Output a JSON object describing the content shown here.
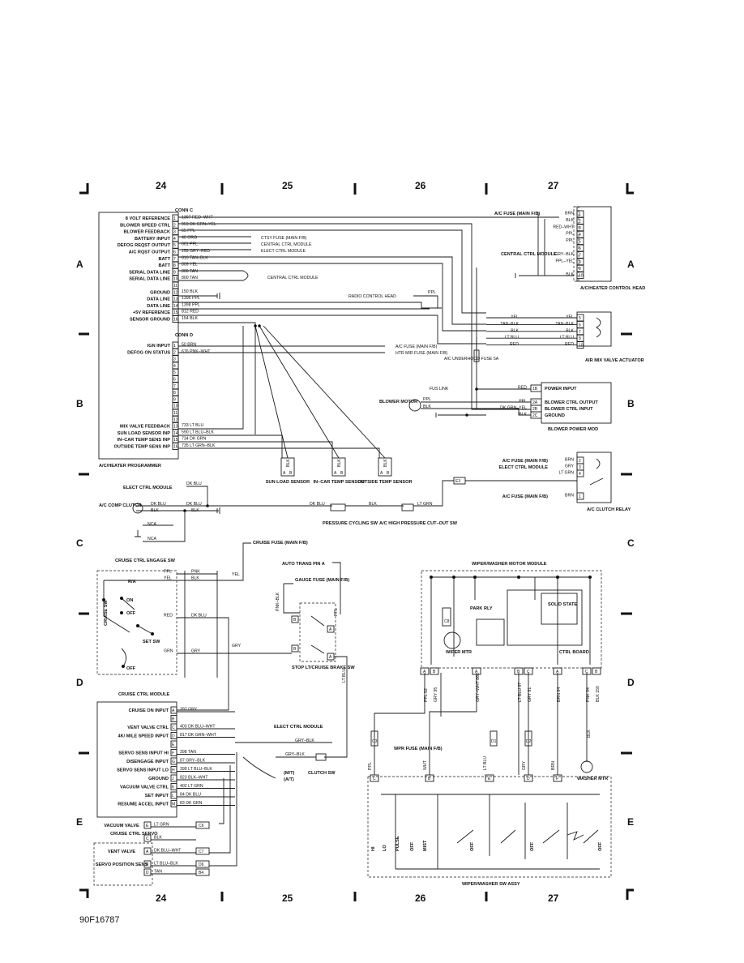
{
  "zones": {
    "cols": [
      "24",
      "25",
      "26",
      "27"
    ],
    "rows": [
      "A",
      "B",
      "C",
      "D",
      "E"
    ]
  },
  "figure_id": "90F16787",
  "programmer": {
    "title": "A/C/HEATER PROGRAMMER",
    "conn_c": "CONN C",
    "conn_d": "CONN D",
    "c_pins": [
      {
        "n": "1",
        "label": "8 VOLT REFERENCE",
        "wire": "1397 RED–WHT"
      },
      {
        "n": "2",
        "label": "BLOWER SPEED CTRL",
        "wire": "959 DK GRN–YEL"
      },
      {
        "n": "3",
        "label": "BLOWER FEEDBACK",
        "wire": "65 PPL"
      },
      {
        "n": "4",
        "label": "BATTERY INPUT",
        "wire": "40 ORG"
      },
      {
        "n": "5",
        "label": "DEFOG REQST OUTPUT",
        "wire": "661 PPL"
      },
      {
        "n": "6",
        "label": "A/C RQST OUTPUT",
        "wire": "259 GRY–RED"
      },
      {
        "n": "7",
        "label": "BATT",
        "wire": "810 TAN–BLK"
      },
      {
        "n": "8",
        "label": "BATT",
        "wire": "809 YEL"
      },
      {
        "n": "9",
        "label": "SERIAL DATA LINE",
        "wire": "800 TAN"
      },
      {
        "n": "10",
        "label": "SERIAL DATA LINE",
        "wire": "800 TAN"
      },
      {
        "n": "11",
        "label": "",
        "wire": ""
      },
      {
        "n": "12",
        "label": "GROUND",
        "wire": "150 BLK"
      },
      {
        "n": "13",
        "label": "DATA LINE",
        "wire": "1396 PPL"
      },
      {
        "n": "14",
        "label": "DATA LINE",
        "wire": "1398 PPL"
      },
      {
        "n": "15",
        "label": "+5V REFERENCE",
        "wire": "812 RED"
      },
      {
        "n": "16",
        "label": "SENSOR GROUND",
        "wire": "154 BLK"
      }
    ],
    "d_pins": [
      {
        "n": "1",
        "label": "IGN INPUT",
        "wire": "50 BRN"
      },
      {
        "n": "2",
        "label": "DEFOG ON STATUS",
        "wire": "676 PNK–WHT"
      },
      {
        "n": "3",
        "label": "",
        "wire": ""
      },
      {
        "n": "4",
        "label": "",
        "wire": ""
      },
      {
        "n": "5",
        "label": "",
        "wire": ""
      },
      {
        "n": "6",
        "label": "",
        "wire": ""
      },
      {
        "n": "7",
        "label": "",
        "wire": ""
      },
      {
        "n": "8",
        "label": "",
        "wire": ""
      },
      {
        "n": "9",
        "label": "",
        "wire": ""
      },
      {
        "n": "10",
        "label": "",
        "wire": ""
      },
      {
        "n": "11",
        "label": "",
        "wire": ""
      },
      {
        "n": "12",
        "label": "",
        "wire": ""
      },
      {
        "n": "13",
        "label": "MIX VALVE FEEDBACK",
        "wire": "733 LT BLU"
      },
      {
        "n": "14",
        "label": "SUN LOAD SENSOR INP",
        "wire": "590 LT BLU–BLK"
      },
      {
        "n": "15",
        "label": "IN–CAR TEMP SENS INP",
        "wire": "734 DK GRN"
      },
      {
        "n": "16",
        "label": "OUTSIDE TEMP SENS INP",
        "wire": "735 LT GRN–BLK"
      }
    ]
  },
  "refs": {
    "ctsy_fuse": "CTSY FUSE (MAIN F/B)",
    "central_ctrl_module": "CENTRAL CTRL MODULE",
    "elect_ctrl_module": "ELECT CTRL MODULE",
    "central_ctrl_module_2": "CENTRAL CTRL MODULE",
    "radio_control_head": "RADIO CONTROL HEAD",
    "ac_fuse": "A/C FUSE (MAIN F/B)",
    "htr_mir_fuse": "HTR MIR FUSE (MAIN F/B)",
    "fus_link": "FUS LINK",
    "ppl": "PPL"
  },
  "control_head": {
    "title": "A/C/HEATER CONTROL HEAD",
    "ac_fuse": "A/C FUSE (MAIN F/B)",
    "central": "CENTRAL CTRL MODULE",
    "pins": [
      {
        "n": "1",
        "wire": "BRN"
      },
      {
        "n": "2",
        "wire": "BLK"
      },
      {
        "n": "3",
        "wire": "RED–WHT"
      },
      {
        "n": "4",
        "wire": "PPL"
      },
      {
        "n": "5",
        "wire": "PPL"
      },
      {
        "n": "6",
        "wire": ""
      },
      {
        "n": "7",
        "wire": "GRY–BLK"
      },
      {
        "n": "8",
        "wire": "PPL–YEL"
      },
      {
        "n": "9",
        "wire": ""
      },
      {
        "n": "10",
        "wire": "BLK"
      }
    ]
  },
  "air_mix": {
    "title": "AIR MIX VALVE ACTUATOR",
    "pins": [
      {
        "n": "5",
        "wire": "YEL"
      },
      {
        "n": "6",
        "wire": "TAN–BLK"
      },
      {
        "n": "7",
        "wire": "BLK"
      },
      {
        "n": "8",
        "wire": "LT BLU"
      },
      {
        "n": "10",
        "wire": "RED"
      }
    ],
    "left_wires": [
      "YEL",
      "TAN–BLK",
      "BLK",
      "LT BLU",
      "RED"
    ]
  },
  "underhood_fuse": "A/C UNDERHOOD FUSE 5A",
  "blower": {
    "motor": "BLOWER MOTOR",
    "module": "BLOWER POWER MOD",
    "pins": [
      {
        "n": "1B",
        "label": "POWER INPUT",
        "wire": "RED"
      },
      {
        "n": "2A",
        "label": "BLOWER CTRL OUTPUT",
        "wire": "PPL"
      },
      {
        "n": "2B",
        "label": "BLOWER CTRL INPUT",
        "wire": "DK GRN–YEL"
      },
      {
        "n": "2C",
        "label": "GROUND",
        "wire": "BLK"
      }
    ],
    "motor_wires": [
      "PPL",
      "BLK"
    ]
  },
  "sensors": [
    {
      "name": "SUN LOAD SENSOR",
      "pins": [
        "A",
        "B"
      ],
      "wire": "BLK"
    },
    {
      "name": "IN–CAR TEMP SENSOR",
      "pins": [
        "A",
        "B"
      ],
      "wire": "BLK"
    },
    {
      "name": "OUTSIDE TEMP SENSOR",
      "pins": [
        "A",
        "B"
      ],
      "wire": "BLK"
    }
  ],
  "clutch": {
    "elect": "ELECT CTRL MODULE",
    "dk_blu": "DK BLU",
    "comp": "A/C COMP CLUTCH",
    "blk": "BLK",
    "nca1": "NCA",
    "nca2": "NCA",
    "pressure_cycling": "PRESSURE CYCLING SW",
    "high_pressure": "A/C HIGH PRESSURE CUT–OUT SW",
    "lt_grn": "LT GRN",
    "conn": "E3",
    "relay": "A/C CLUTCH RELAY",
    "relay_pins": [
      {
        "n": "2",
        "wire": "BRN",
        "label": "A/C FUSE (MAIN F/B)"
      },
      {
        "n": "3",
        "wire": "GRY",
        "label": "ELECT CTRL MODULE"
      },
      {
        "n": "4",
        "wire": "LT GRN",
        "label": ""
      },
      {
        "n": "1",
        "wire": "BRN",
        "label": "A/C FUSE (MAIN F/B)"
      }
    ]
  },
  "cruise": {
    "engage_sw": "CRUISE CTRL ENGAGE SW",
    "ra": "R/A",
    "on": "ON",
    "off": "OFF",
    "off2": "OFF",
    "cruise_sw": "CRUISE SW",
    "set_sw": "SET SW",
    "fuse": "CRUISE FUSE (MAIN F/B)",
    "sw_wires": [
      {
        "left": "PPL",
        "right": "PNK"
      },
      {
        "left": "YEL",
        "right": "BLK"
      },
      {
        "left": "RED",
        "right": "DK BLU"
      },
      {
        "left": "GRN",
        "right": "GRY"
      }
    ],
    "yel": "YEL",
    "gry": "GRY",
    "module": "CRUISE CTRL MODULE",
    "inputs": [
      {
        "pin": "A",
        "label": "CRUISE ON INPUT",
        "wire": "397 GRY"
      },
      {
        "pin": "B",
        "label": "",
        "wire": ""
      },
      {
        "pin": "C",
        "label": "VENT VALVE CTRL",
        "wire": "403 DK BLU–WHT"
      },
      {
        "pin": "D",
        "label": "4K/ MILE SPEED INPUT",
        "wire": "817 DK GRN–WHT"
      },
      {
        "pin": "E",
        "label": "",
        "wire": ""
      },
      {
        "pin": "F",
        "label": "SERVO SENS INPUT HI",
        "wire": "398 TAN"
      },
      {
        "pin": "G",
        "label": "DISENGAGE INPUT",
        "wire": "87 GRY–BLK"
      },
      {
        "pin": "H",
        "label": "SERVO SENS INPUT LO",
        "wire": "399 LT BLU–BLK"
      },
      {
        "pin": "J",
        "label": "GROUND",
        "wire": "823 BLK–WHT"
      },
      {
        "pin": "K",
        "label": "VACUUM VALVE CTRL",
        "wire": "402 LT GRN"
      },
      {
        "pin": "L",
        "label": "SET INPUT",
        "wire": "84 DK BLU"
      },
      {
        "pin": "M",
        "label": "RESUME ACCEL INPUT",
        "wire": "83 DK GRN"
      }
    ],
    "elect": "ELECT CTRL MODULE",
    "gry_blk": "GRY–BLK",
    "gry_blk2": "GRY–BLK",
    "mt": "(M/T)",
    "at": "(A/T)",
    "clutch_sw": "CLUTCH SW",
    "auto_trans": "AUTO TRANS PIN A",
    "gauge_fuse": "GAUGE FUSE (MAIN F/B)",
    "pnk_blk": "PNK–BLK",
    "ppl": "PPL",
    "lt_blu": "LT BLU",
    "stop_sw": "STOP LT/CRUISE BRAKE SW",
    "servo": "CRUISE CTRL SERVO",
    "servo_rows": [
      {
        "pin": "E",
        "label": "VACUUM VALVE",
        "wire": "LT GRN",
        "conn": "C6"
      },
      {
        "pin": "C",
        "label": "",
        "wire": "BLK",
        "conn": ""
      },
      {
        "pin": "A",
        "label": "VENT VALVE",
        "wire": "DK BLU–WHT",
        "conn": "C7"
      },
      {
        "pin": "B",
        "label": "SERVO POSITION SENS",
        "wire": "LT BLU–BLK",
        "conn": "D6"
      },
      {
        "pin": "D",
        "label": "",
        "wire": "TAN",
        "conn": "B4"
      }
    ]
  },
  "wiper": {
    "module": "WIPER/WASHER MOTOR MODULE",
    "park_rly": "PARK RLY",
    "solid_state": "SOLID STATE",
    "wiper_mtr": "WIPER MTR",
    "ctrl_board": "CTRL BOARD",
    "c8": "C8",
    "mod_pins": [
      "A",
      "B",
      "A",
      "B",
      "C",
      "A",
      "C",
      "B"
    ],
    "wires": [
      "PPL 92",
      "GRY 95",
      "GRY–WHT 881",
      "LT BLU 97",
      "GRY 91",
      "BRN 94",
      "PNK 94",
      "BLK 150"
    ],
    "conns": [
      "C3",
      "D1",
      "D2"
    ],
    "washer": "WASHER MTR",
    "blk": "BLK",
    "wpr_fuse": "WPR FUSE (MAIN F/B)",
    "bottom_wires": [
      "PPL",
      "WHT",
      "LT BLU",
      "GRY",
      "BRN"
    ],
    "bottom_pins": [
      "C",
      "B",
      "E",
      "D",
      "F"
    ],
    "sw_assy": "WIPER/WASHER SW ASSY",
    "positions": [
      "HI",
      "LO",
      "PULSE",
      "OFF",
      "MIST",
      "OFF",
      "OFF",
      "OFF"
    ]
  }
}
